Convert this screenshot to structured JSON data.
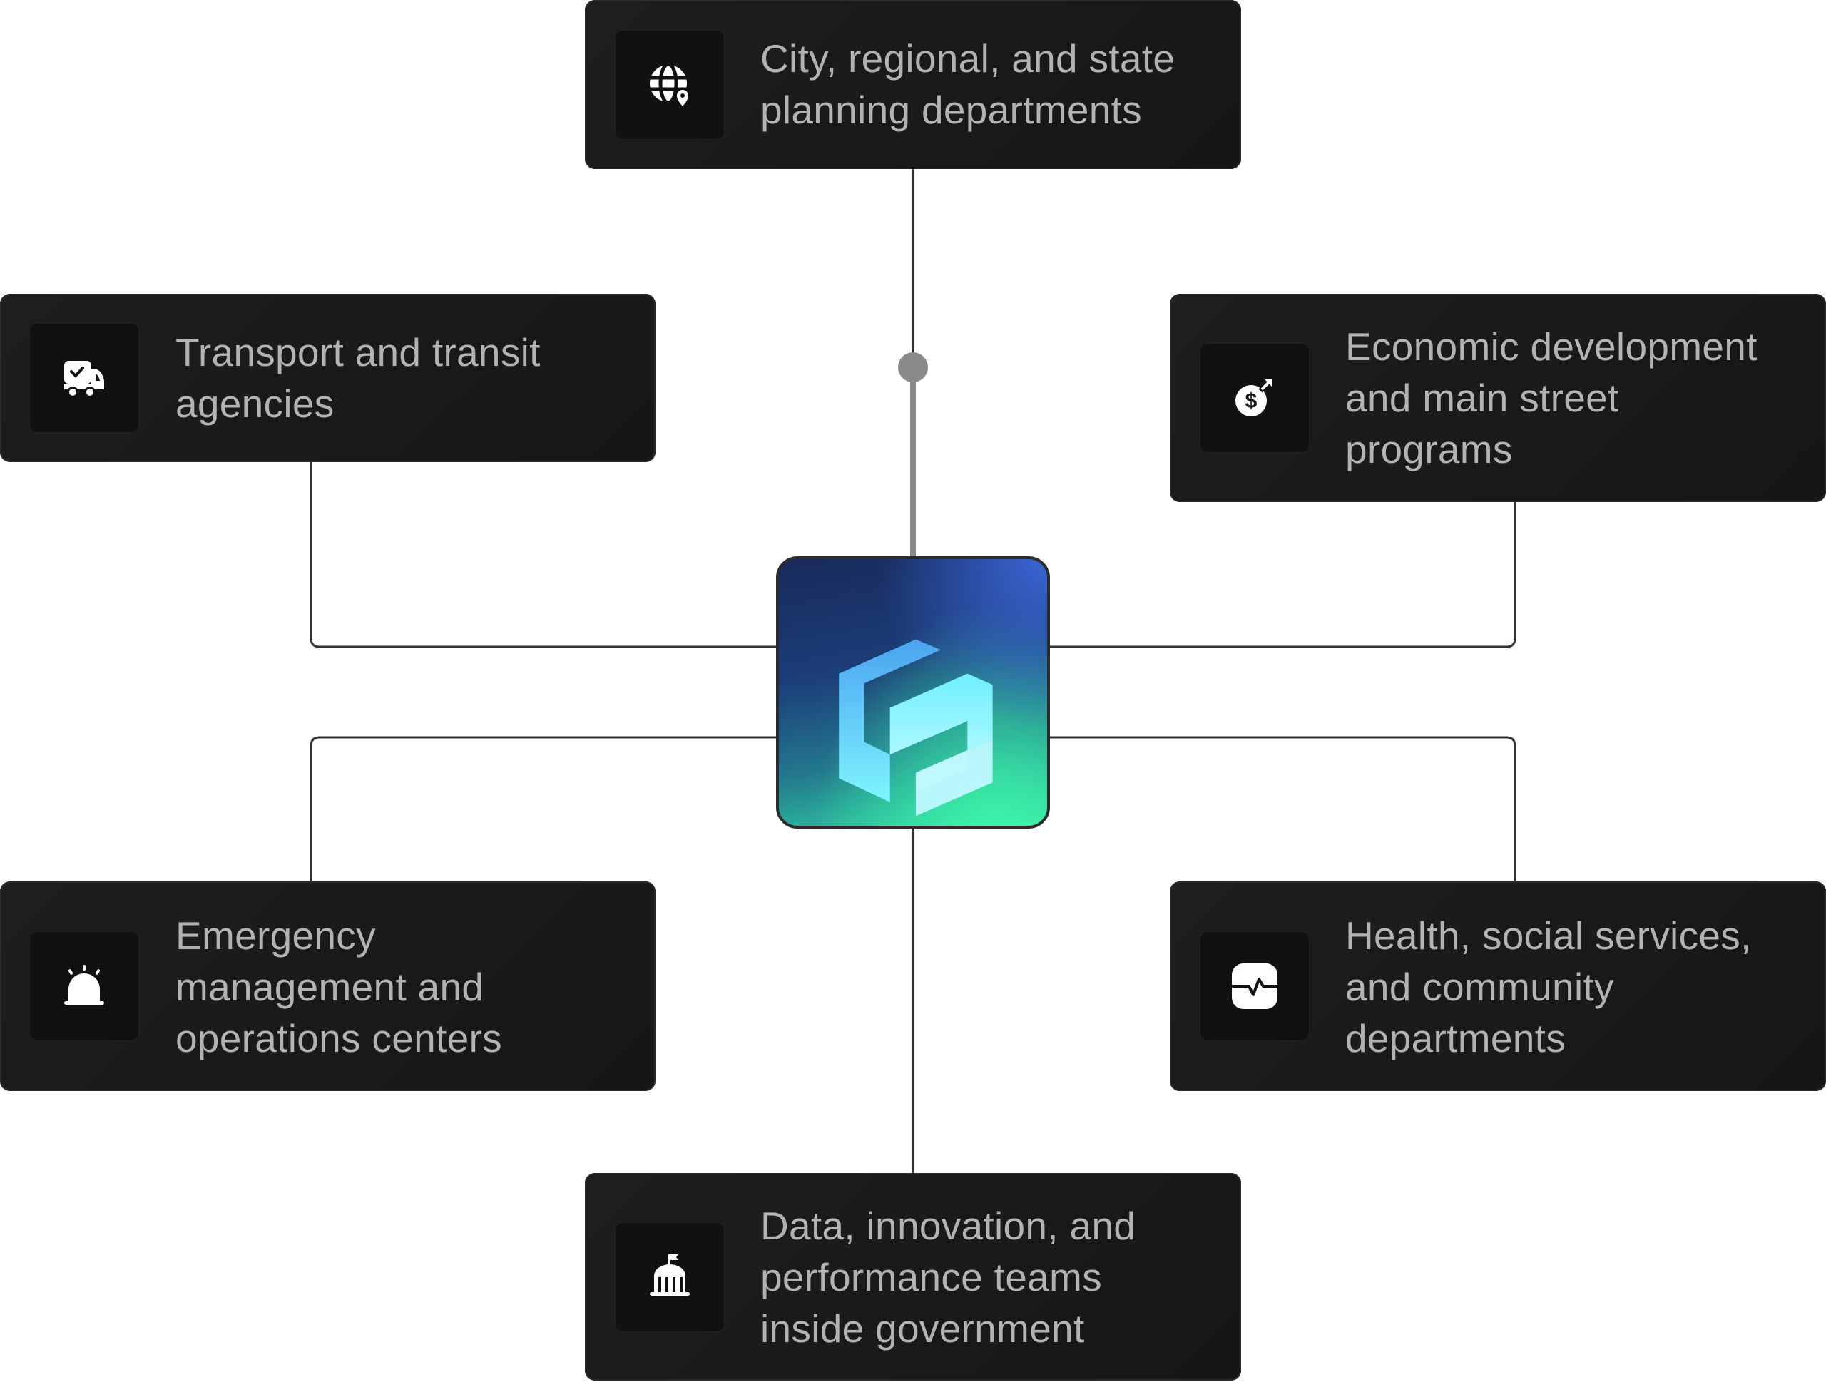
{
  "diagram": {
    "type": "hub-and-spoke",
    "center": {
      "name": "logo",
      "icon": "isometric-cube-logo-icon",
      "colors": {
        "top": "#1c3e7a",
        "bottom": "#3cf7a8",
        "mark": "#7ff3ff"
      }
    },
    "nodes": [
      {
        "id": "top",
        "label": "City, regional, and state planning departments",
        "lines": [
          "City, regional, and state",
          "planning departments"
        ],
        "icon": "globe-location-icon"
      },
      {
        "id": "transport",
        "label": "Transport and transit agencies",
        "lines": [
          "Transport and transit",
          "agencies"
        ],
        "icon": "truck-check-icon"
      },
      {
        "id": "economic",
        "label": "Economic development and main street programs",
        "lines": [
          "Economic development",
          "and main street",
          "programs"
        ],
        "icon": "dollar-growth-icon"
      },
      {
        "id": "emergency",
        "label": "Emergency management and operations centers",
        "lines": [
          "Emergency",
          "management and",
          "operations centers"
        ],
        "icon": "siren-icon"
      },
      {
        "id": "health",
        "label": "Health, social services, and community departments",
        "lines": [
          "Health, social services,",
          "and community",
          "departments"
        ],
        "icon": "heartbeat-icon"
      },
      {
        "id": "data",
        "label": "Data, innovation, and performance teams inside government",
        "lines": [
          "Data, innovation, and",
          "performance teams",
          "inside government"
        ],
        "icon": "government-building-icon"
      }
    ],
    "colors": {
      "card_bg": "#1a1a1a",
      "icon_bg": "#111111",
      "text": "#b3b3b3",
      "connector": "#333333",
      "active_connector": "#8a8a8a"
    }
  }
}
